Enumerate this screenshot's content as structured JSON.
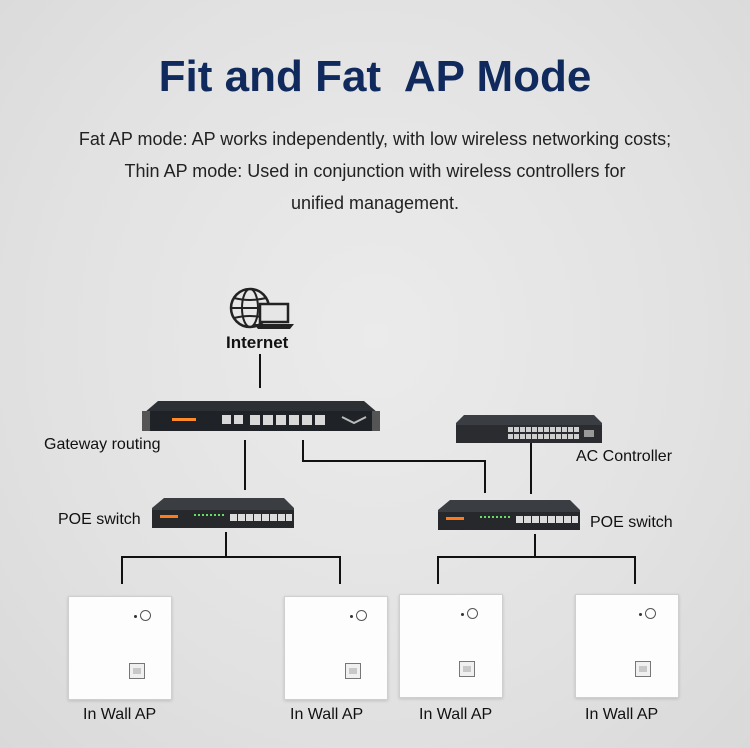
{
  "title": "Fit and Fat  AP Mode",
  "description": [
    "Fat AP mode: AP works independently, with low wireless networking costs;",
    "Thin AP mode: Used in conjunction with wireless controllers for",
    "unified management."
  ],
  "nodes": {
    "internet": "Internet",
    "gateway": "Gateway routing",
    "ac_controller": "AC Controller",
    "poe_switch_left": "POE switch",
    "poe_switch_right": "POE switch",
    "ap_1": "In Wall AP",
    "ap_2": "In Wall AP",
    "ap_3": "In Wall AP",
    "ap_4": "In Wall AP"
  },
  "icons": [
    "globe-icon",
    "laptop-icon"
  ],
  "colors": {
    "title": "#102a5e",
    "background": "#e4e4e4",
    "lines": "#111111"
  }
}
